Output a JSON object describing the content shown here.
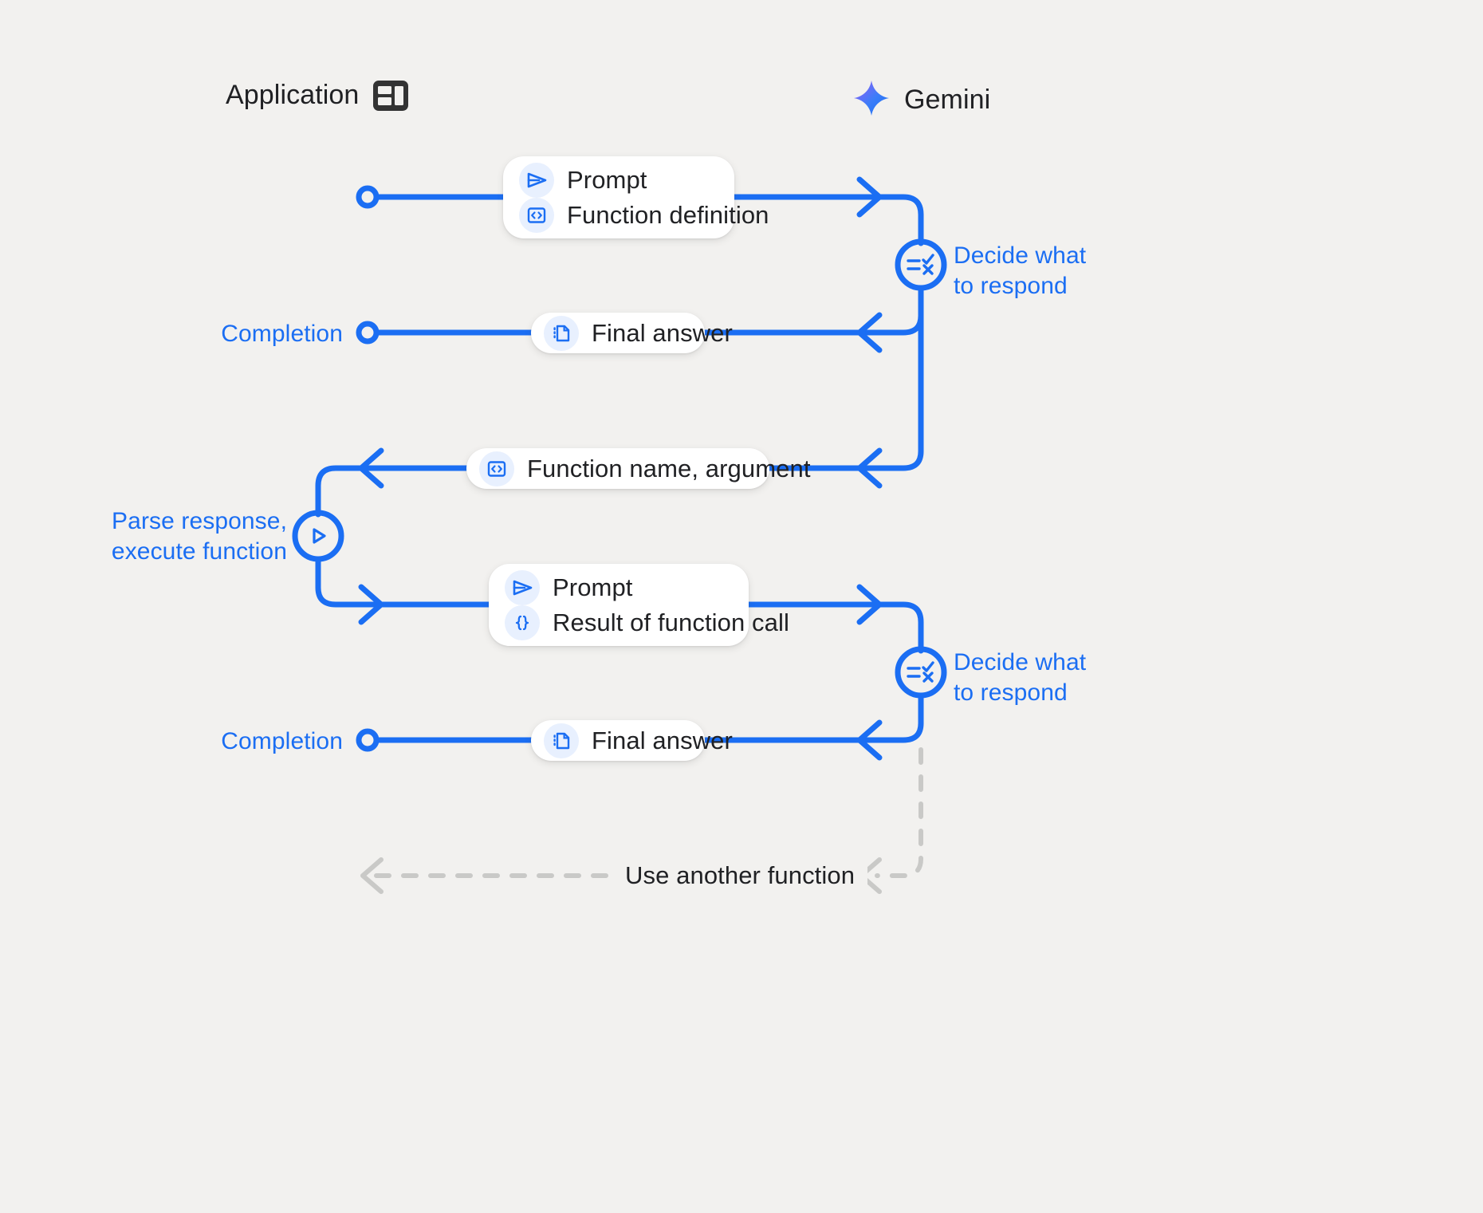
{
  "canvas": {
    "background": "#f2f1ef",
    "accent_blue": "#1b6ef3",
    "lifeline_gray": "#c9c9c7",
    "text_dark": "#202124",
    "chip_bg": "#e8f0fe"
  },
  "headers": {
    "application": {
      "label": "Application",
      "icon": "application-layout-icon"
    },
    "gemini": {
      "label": "Gemini",
      "icon": "gemini-sparkle-icon"
    }
  },
  "messages": [
    {
      "id": "prompt-function-definition",
      "direction": "application-to-gemini",
      "lines": [
        {
          "icon": "send-arrow-icon",
          "text": "Prompt"
        },
        {
          "icon": "code-brackets-icon",
          "text": "Function definition"
        }
      ]
    },
    {
      "id": "final-answer-1",
      "direction": "gemini-to-application",
      "lines": [
        {
          "icon": "document-icon",
          "text": "Final answer"
        }
      ]
    },
    {
      "id": "function-name-argument",
      "direction": "gemini-to-application",
      "lines": [
        {
          "icon": "code-brackets-icon",
          "text": "Function name,  argument"
        }
      ]
    },
    {
      "id": "prompt-result-of-function-call",
      "direction": "application-to-gemini",
      "lines": [
        {
          "icon": "send-arrow-icon",
          "text": "Prompt"
        },
        {
          "icon": "curly-braces-icon",
          "text": "Result of function call"
        }
      ]
    },
    {
      "id": "final-answer-2",
      "direction": "gemini-to-application",
      "lines": [
        {
          "icon": "document-icon",
          "text": "Final answer"
        }
      ]
    }
  ],
  "side_labels": {
    "completion_1": "Completion",
    "completion_2": "Completion",
    "parse_execute": "Parse response,\nexecute function",
    "decide_1": "Decide what\nto respond",
    "decide_2": "Decide what\nto respond"
  },
  "nodes": {
    "decide_icon": "checklist-decision-icon",
    "parse_icon": "play-triangle-icon",
    "start_node": "hollow-circle-node",
    "completion_node_1": "hollow-circle-node",
    "completion_node_2": "hollow-circle-node"
  },
  "loop": {
    "label": "Use another function",
    "style": "dashed",
    "color": "#c9c9c7"
  }
}
